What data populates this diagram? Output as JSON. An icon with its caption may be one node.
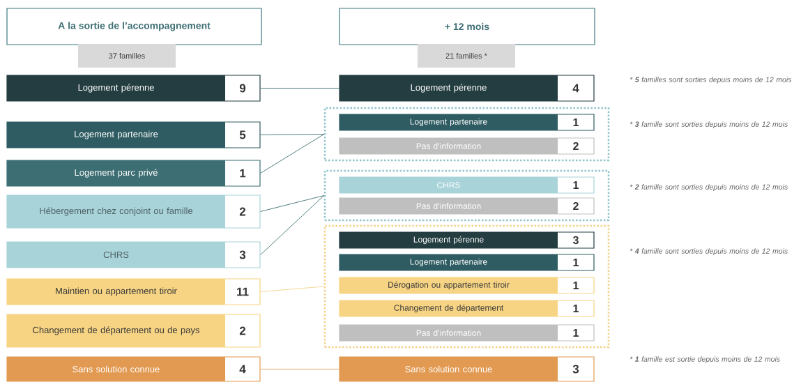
{
  "diagram": {
    "nodes": [
      {
        "text": [
          "A la sortie de l’accompagnement"
        ]
      },
      {
        "text": [
          "+ 12 mois"
        ]
      },
      {
        "text": [
          "37 familles"
        ]
      },
      {
        "text": [
          "21 familles *"
        ]
      },
      {
        "text": [
          "Logement pérenne",
          "9"
        ]
      },
      {
        "text": [
          "Logement partenaire",
          "5"
        ]
      },
      {
        "text": [
          "Logement parc privé",
          "1"
        ]
      },
      {
        "text": [
          "Hébergement chez conjoint ou famille",
          "2"
        ]
      },
      {
        "text": [
          "CHRS",
          "3"
        ]
      },
      {
        "text": [
          "Maintien ou appartement tiroir",
          "11"
        ]
      },
      {
        "text": [
          "Changement de département ou de pays",
          "2"
        ]
      },
      {
        "text": [
          "Sans solution connue",
          "4"
        ]
      },
      {
        "text": [
          "Logement pérenne",
          "4"
        ]
      },
      {
        "text": [],
        "shape": "box"
      },
      {
        "text": [
          "Logement partenaire",
          "1"
        ],
        "in": 13
      },
      {
        "text": [
          "Pas d’information",
          "2"
        ],
        "in": 13
      },
      {
        "text": [],
        "shape": "box"
      },
      {
        "text": [
          "CHRS",
          "1"
        ],
        "in": 16
      },
      {
        "text": [
          "Pas d’information",
          "2"
        ],
        "in": 16
      },
      {
        "text": [],
        "shape": "box"
      },
      {
        "text": [
          "Logement pérenne",
          "3"
        ],
        "in": 19
      },
      {
        "text": [
          "Logement partenaire",
          "1"
        ],
        "in": 19
      },
      {
        "text": [
          "Dérogation ou appartement tiroir",
          "1"
        ],
        "in": 19
      },
      {
        "text": [
          "Changement de département",
          "1"
        ],
        "in": 19
      },
      {
        "text": [
          "Pas d’information",
          "1"
        ],
        "in": 19
      },
      {
        "text": [
          "Sans solution connue",
          "3"
        ]
      }
    ],
    "edges": [
      {
        "from": 4,
        "to": 12,
        "arrow": "none"
      },
      {
        "from": 5,
        "to": 13,
        "arrow": "none"
      },
      {
        "from": 6,
        "to": 13,
        "arrow": "none"
      },
      {
        "from": 7,
        "to": 16,
        "arrow": "none"
      },
      {
        "from": 8,
        "to": 16,
        "arrow": "none"
      },
      {
        "from": 9,
        "to": 19,
        "arrow": "none",
        "color": "#f2d289"
      },
      {
        "from": 11,
        "to": 25,
        "arrow": "none",
        "color": "#e29a52"
      }
    ],
    "labels": [
      "* **5** familles sont sorties depuis moins de 12 mois",
      "* **3** famille sont sorties depuis moins de 12 mois",
      "* **2** famille sont sorties depuis moins de 12 mois",
      "* **4** famille sont sorties depuis moins de 12 mois",
      "* **1** famille est sortie depuis moins de 12 mois"
    ]
  }
}
